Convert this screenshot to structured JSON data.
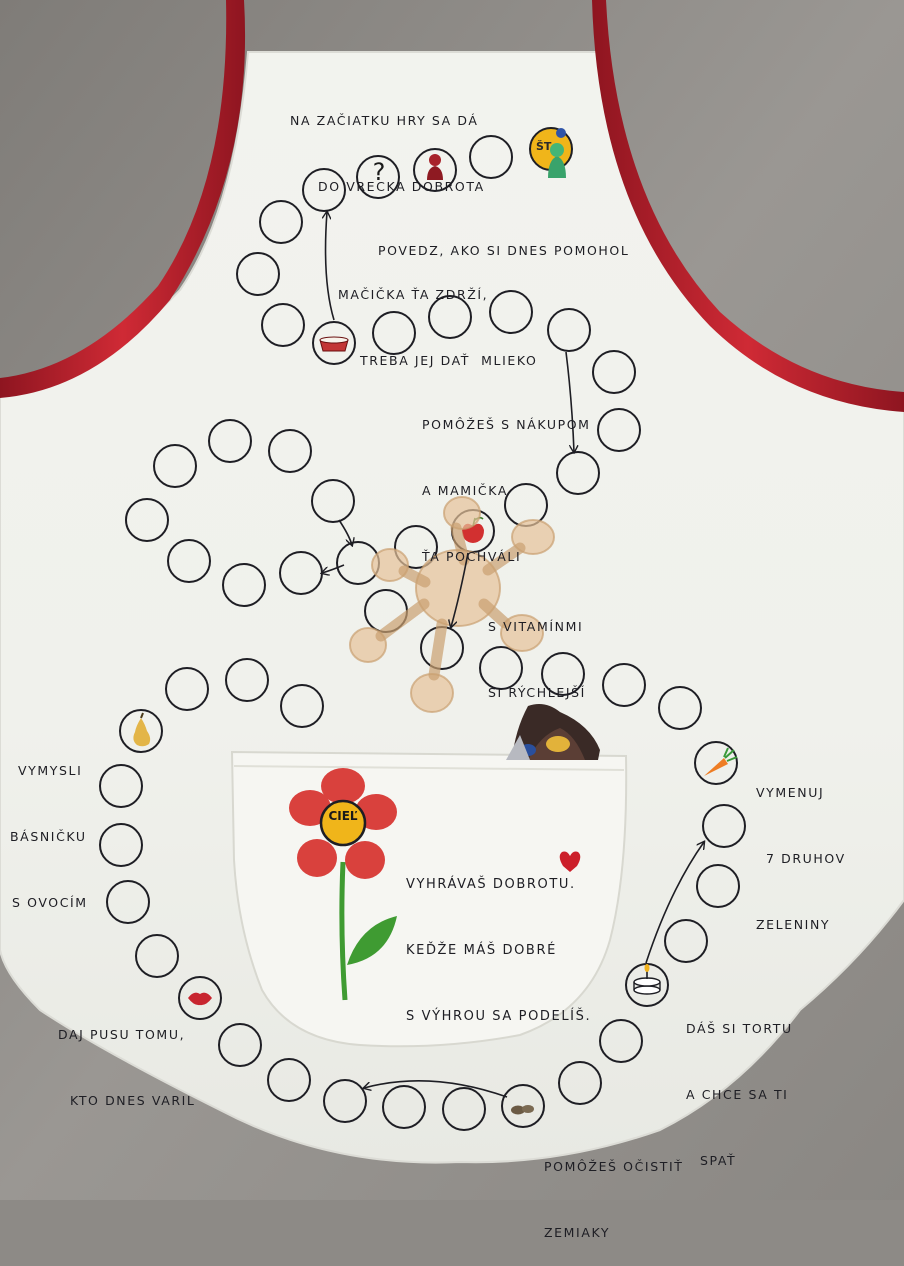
{
  "intro": [
    "NA ZAČIATKU HRY SA DÁ",
    "DO VRECKA DOBROTA"
  ],
  "start_label": "ŠT",
  "question_mark": "?",
  "cells": {
    "help_mom": [
      "POVEDZ, AKO SI DNES POMOHOL"
    ],
    "cat": [
      "MAČIČKA ŤA ZDRŽÍ,",
      "TREBA JEJ DAŤ  MLIEKO"
    ],
    "shopping": [
      "POMÔŽEŠ S NÁKUPOM",
      "A MAMIČKA",
      "ŤA POCHVÁLI"
    ],
    "vitamins": [
      "S VITAMÍNMI",
      "SI RÝCHLEJŠÍ"
    ],
    "poem": [
      "VYMYSLI",
      "BÁSNIČKU",
      "S OVOCÍM"
    ],
    "vegetables": [
      "VYMENUJ",
      "7 DRUHOV",
      "ZELENINY"
    ],
    "kiss": [
      "DAJ PUSU TOMU,",
      "KTO DNES VARIL"
    ],
    "cake": [
      "DÁŠ SI TORTU",
      "A CHCE SA TI",
      "SPAŤ"
    ],
    "potatoes": [
      "POMÔŽEŠ OČISTIŤ",
      "ZEMIAKY"
    ]
  },
  "goal": {
    "label": "CIEĽ",
    "text": [
      "VYHRÁVAŠ DOBROTU.",
      "KEĎŽE MÁŠ DOBRÉ",
      "S VÝHROU SA PODELÍŠ."
    ]
  },
  "colors": {
    "background": "#8d8a86",
    "apron": "#f3f3ef",
    "ribbon": "#b3202b",
    "ink": "#1e1e24",
    "flower": "#d9413d",
    "goal_center": "#f0b51a",
    "stem": "#3f9b32",
    "toy": "#e9c9a0"
  }
}
